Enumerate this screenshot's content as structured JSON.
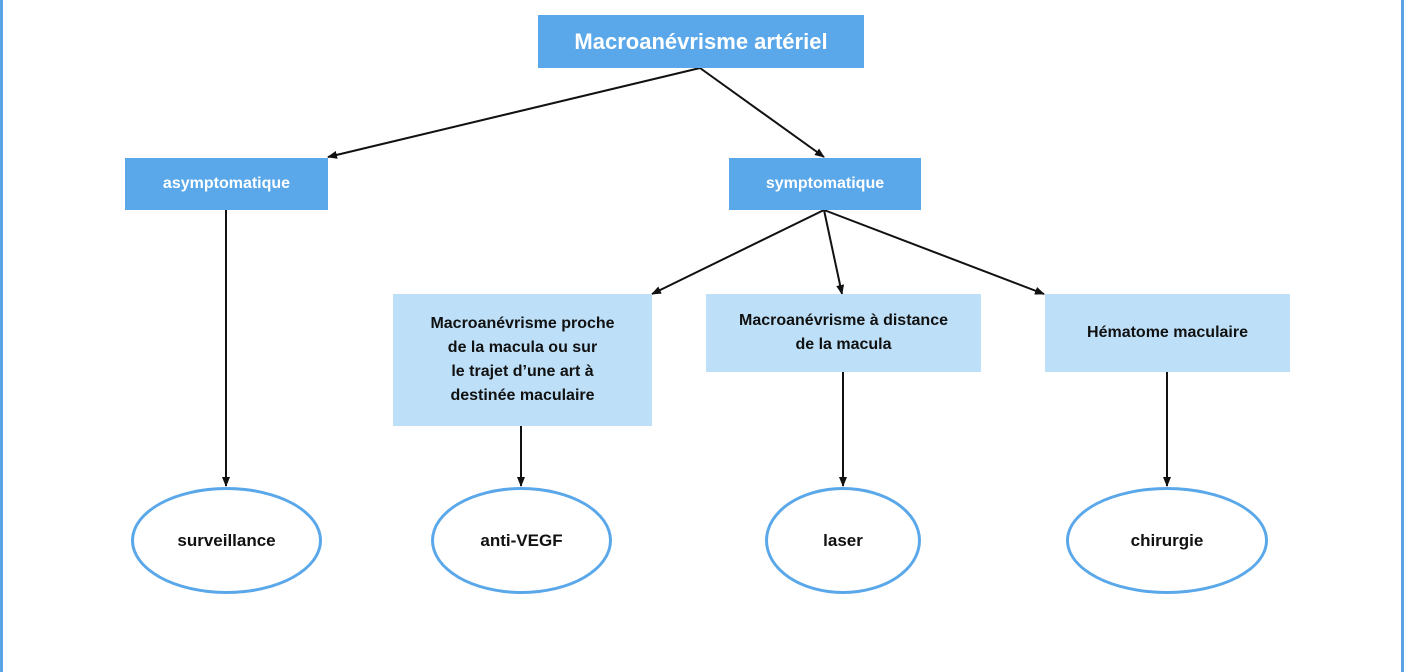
{
  "diagram": {
    "root": {
      "label": "Macroanévrisme artériel"
    },
    "branches": [
      {
        "label": "asymptomatique"
      },
      {
        "label": "symptomatique"
      }
    ],
    "conditions": [
      {
        "label": "Macroanévrisme proche\nde la macula ou sur\nle trajet d’une art à\ndestinée maculaire"
      },
      {
        "label": "Macroanévrisme à distance\nde la macula"
      },
      {
        "label": "Hématome maculaire"
      }
    ],
    "treatments": [
      {
        "label": "surveillance"
      },
      {
        "label": "anti-VEGF"
      },
      {
        "label": "laser"
      },
      {
        "label": "chirurgie"
      }
    ]
  },
  "colors": {
    "box_dark": "#5aa8ea",
    "box_light": "#bde0f8",
    "ellipse_border": "#5aa8ea",
    "arrow": "#111111",
    "frame": "#5aa3e6"
  }
}
